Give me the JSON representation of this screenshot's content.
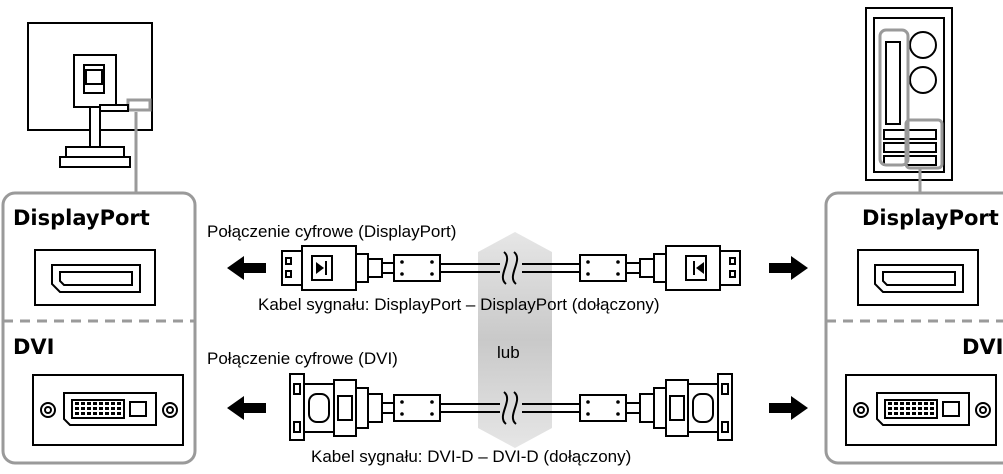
{
  "left_panel": {
    "port_top_label": "DisplayPort",
    "port_bottom_label": "DVI"
  },
  "right_panel": {
    "port_top_label": "DisplayPort",
    "port_bottom_label": "DVI"
  },
  "connection_top": {
    "title": "Połączenie cyfrowe (DisplayPort)",
    "cable_caption": "Kabel sygnału: DisplayPort – DisplayPort (dołączony)"
  },
  "separator_label": "lub",
  "connection_bottom": {
    "title": "Połączenie cyfrowe (DVI)",
    "cable_caption": "Kabel sygnału: DVI-D – DVI-D (dołączony)"
  },
  "colors": {
    "panel_border": "#9a9a9a",
    "dashed_divider": "#9a9a9a",
    "gray_arrow": "#d3d3d3",
    "ink": "#000000"
  }
}
